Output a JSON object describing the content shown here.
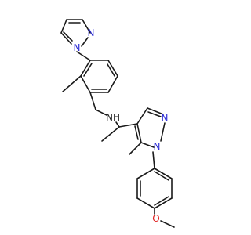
{
  "molecule": {
    "atoms": {
      "n_pyrazole_top_1": {
        "symbol": "N",
        "color": "#2a2ad6"
      },
      "n_pyrazole_top_2": {
        "symbol": "N",
        "color": "#2a2ad6"
      },
      "amine": {
        "symbol": "NH",
        "color": "#1a1a1a"
      },
      "n_pyrazole_bottom_2": {
        "symbol": "N",
        "color": "#2a2ad6"
      },
      "n_pyrazole_bottom_1": {
        "symbol": "N",
        "color": "#2a2ad6"
      },
      "oxygen": {
        "symbol": "O",
        "color": "#e02020"
      }
    },
    "bond_color": "#1a1a1a",
    "background": "#ffffff"
  }
}
